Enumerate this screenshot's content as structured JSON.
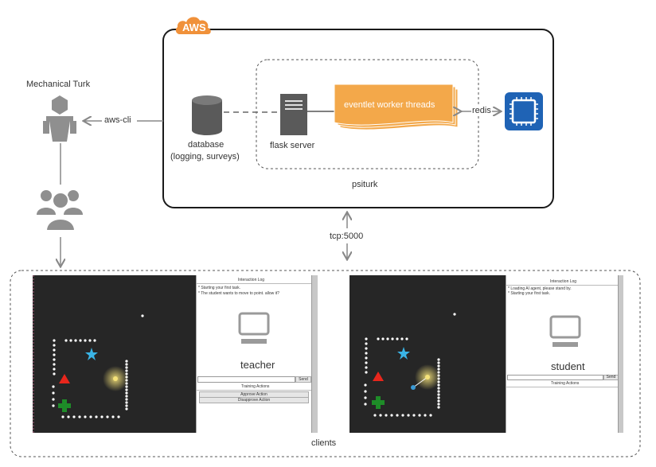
{
  "aws": {
    "badge": "AWS",
    "color": "#f0913a"
  },
  "mturk": {
    "title": "Mechanical Turk",
    "link_label": "aws-cli"
  },
  "database": {
    "label_line1": "database",
    "label_line2": "(logging, surveys)"
  },
  "flask": {
    "label": "flask server"
  },
  "eventlet": {
    "label": "eventlet worker threads",
    "color": "#f3a84a"
  },
  "redis": {
    "link_label": "redis",
    "color": "#1f63b5"
  },
  "psiturk": {
    "label": "psiturk"
  },
  "connection": {
    "label": "tcp:5000"
  },
  "clients": {
    "label": "clients",
    "teacher": {
      "log_title": "Interaction Log",
      "log_lines": [
        "* Starting your first task.",
        "* The student wants to move to point. allow it?"
      ],
      "role": "teacher",
      "send": "Send",
      "actions_title": "Training Actions",
      "approve": "Approve Action",
      "disapprove": "Disapprove Action"
    },
    "student": {
      "log_title": "Interaction Log",
      "log_lines": [
        "* Loading AI agent, please stand by.",
        "* Starting your first task."
      ],
      "role": "student",
      "send": "Send",
      "actions_title": "Training Actions"
    }
  },
  "shape_colors": {
    "star": "#3ab4e6",
    "triangle": "#e8261c",
    "cross": "#1e8c28",
    "agent": "#f5e27a"
  }
}
